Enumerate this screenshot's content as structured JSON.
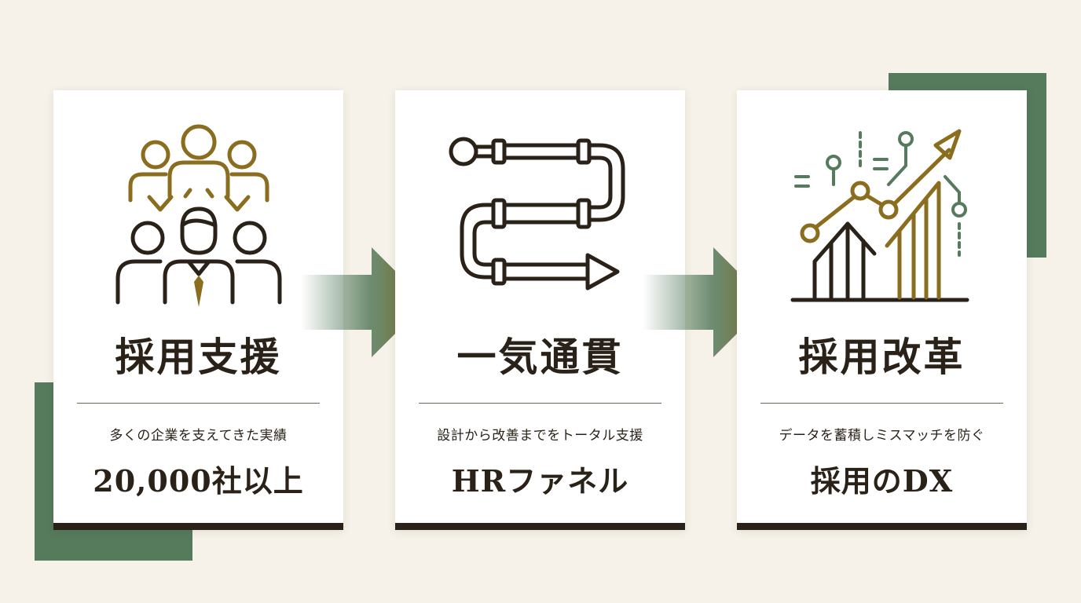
{
  "colors": {
    "background": "#f6f2e9",
    "accent_green": "#557a5c",
    "accent_gold": "#8a6d1e",
    "dark": "#2a2218"
  },
  "cards": [
    {
      "icon": "team-people-icon",
      "title": "採用支援",
      "sub": "多くの企業を支えてきた実績",
      "highlight": "20,000社以上"
    },
    {
      "icon": "pipeline-funnel-icon",
      "title": "一気通貫",
      "sub": "設計から改善までをトータル支援",
      "highlight": "HRファネル"
    },
    {
      "icon": "growth-chart-icon",
      "title": "採用改革",
      "sub": "データを蓄積しミスマッチを防ぐ",
      "highlight": "採用のDX"
    }
  ],
  "connectors": [
    "arrow-right-icon",
    "arrow-right-icon"
  ]
}
